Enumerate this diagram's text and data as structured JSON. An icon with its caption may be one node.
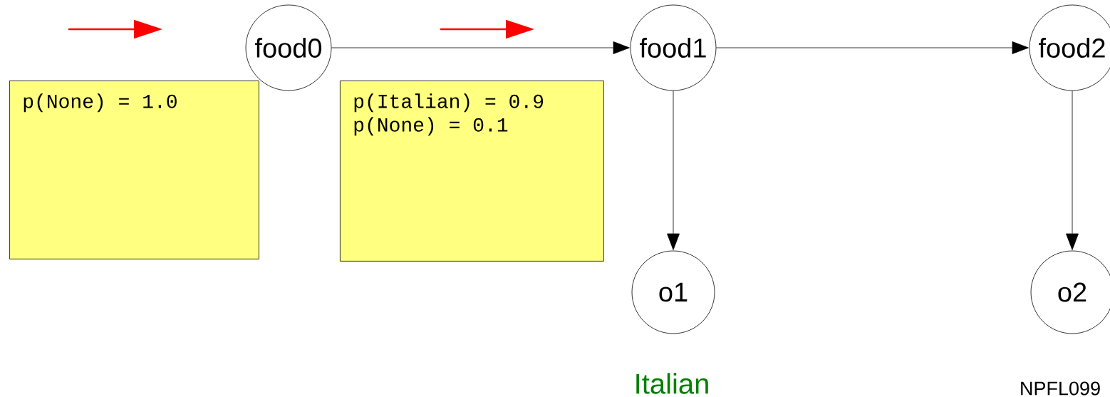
{
  "diagram": {
    "nodes": [
      {
        "text": [
          "food0"
        ]
      },
      {
        "text": [
          "p(None) = 1.0"
        ]
      },
      {
        "text": [
          "food1"
        ]
      },
      {
        "text": [
          "p(Italian) = 0.9",
          "p(None)    = 0.1"
        ]
      },
      {
        "text": [
          "food2"
        ]
      },
      {
        "text": [
          "o1"
        ]
      },
      {
        "text": [
          "o2"
        ]
      }
    ],
    "edges": [
      {
        "from": 0,
        "to": 2,
        "arrow": "to"
      },
      {
        "from": 2,
        "to": 4,
        "arrow": "to"
      },
      {
        "from": 2,
        "to": 5,
        "arrow": "to"
      },
      {
        "from": 4,
        "to": 6,
        "arrow": "to"
      }
    ],
    "labels": [
      "Italian",
      "NPFL099"
    ]
  }
}
